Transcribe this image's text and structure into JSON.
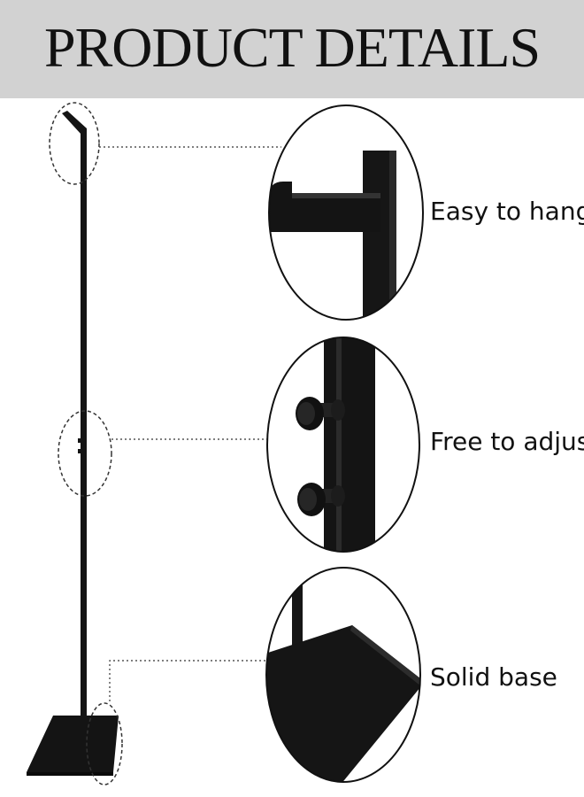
{
  "header": {
    "title": "PRODUCT DETAILS"
  },
  "callouts": [
    {
      "label": "Easy to hang",
      "icon": "hook-icon"
    },
    {
      "label": "Free to adjust",
      "icon": "adjust-knob-icon"
    },
    {
      "label": "Solid base",
      "icon": "base-plate-icon"
    }
  ],
  "colors": {
    "header_bg": "#d2d2d2",
    "metal": "#141414",
    "text": "#111111"
  }
}
